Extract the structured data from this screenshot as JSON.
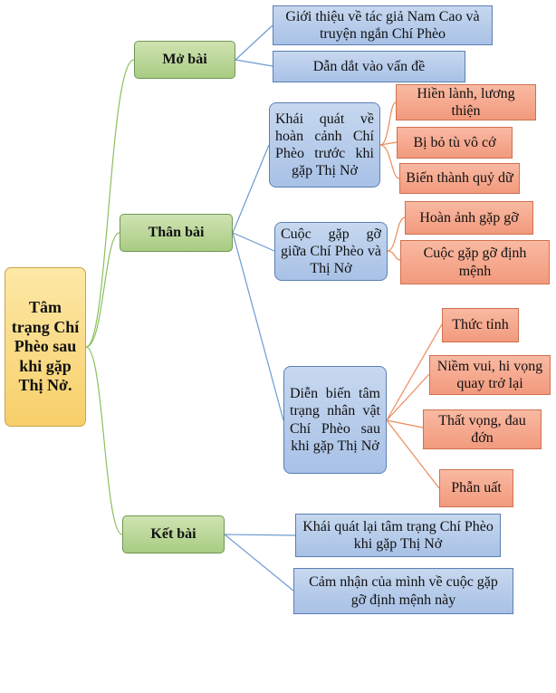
{
  "root": {
    "label": "Tâm trạng Chí Phèo sau khi gặp Thị Nở."
  },
  "sections": {
    "mo_bai": {
      "label": "Mở bài",
      "items": [
        "Giới thiệu về tác giả Nam Cao và truyện ngắn Chí Phèo",
        "Dẫn dắt vào vấn đề"
      ]
    },
    "than_bai": {
      "label": "Thân bài",
      "groups": [
        {
          "label": "Khái quát về hoàn cảnh Chí Phèo trước khi gặp Thị Nở",
          "details": [
            "Hiền lành, lương thiện",
            "Bị bỏ tù vô cớ",
            "Biến thành quỷ dữ"
          ]
        },
        {
          "label": "Cuộc gặp gỡ giữa Chí Phèo và Thị Nở",
          "details": [
            "Hoàn ảnh gặp gỡ",
            "Cuộc gặp gỡ định mệnh"
          ]
        },
        {
          "label": "Diễn biến tâm trạng nhân vật Chí Phèo sau khi gặp Thị Nở",
          "details": [
            "Thức tỉnh",
            "Niềm vui, hi vọng quay trở lại",
            "Thất vọng, đau đớn",
            "Phẫn uất"
          ]
        }
      ]
    },
    "ket_bai": {
      "label": "Kết bài",
      "items": [
        "Khái quát lại tâm trạng Chí Phèo khi gặp Thị Nở",
        "Cảm nhận của mình về cuộc gặp gỡ định mệnh này"
      ]
    }
  },
  "colors": {
    "green_line": "#8cbf5e",
    "blue_line": "#6b9bd1",
    "orange_line": "#ee8a5a"
  }
}
